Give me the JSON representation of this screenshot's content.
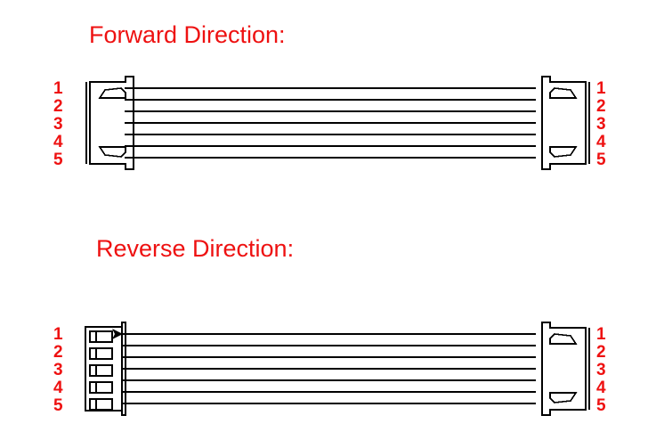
{
  "document": {
    "title": "Ribbon cable connector orientation diagram",
    "background_color": "#ffffff",
    "line_color": "#000000",
    "label_color": "#ee1111"
  },
  "sections": [
    {
      "id": "forward",
      "heading": "Forward Direction:",
      "left_connector": {
        "type": "latched-side-view",
        "pin_numbers": [
          "1",
          "2",
          "3",
          "4",
          "5"
        ],
        "features": [
          "upper-latch-wedge",
          "lower-latch-wedge",
          "body-outline",
          "end-rails"
        ]
      },
      "right_connector": {
        "type": "latched-side-view",
        "pin_numbers": [
          "1",
          "2",
          "3",
          "4",
          "5"
        ],
        "features": [
          "upper-latch-wedge",
          "lower-latch-wedge",
          "body-outline",
          "end-rails"
        ]
      },
      "cable": {
        "conductor_count": 5,
        "drawn_line_count": 7
      }
    },
    {
      "id": "reverse",
      "heading": "Reverse Direction:",
      "left_connector": {
        "type": "contact-face-view",
        "pin_numbers": [
          "1",
          "2",
          "3",
          "4",
          "5"
        ],
        "features": [
          "five-contact-slots",
          "pin-one-arrow-marker",
          "body-outline",
          "end-rail"
        ]
      },
      "right_connector": {
        "type": "latched-side-view",
        "pin_numbers": [
          "1",
          "2",
          "3",
          "4",
          "5"
        ],
        "features": [
          "upper-latch-wedge",
          "lower-latch-wedge",
          "body-outline",
          "end-rails"
        ]
      },
      "cable": {
        "conductor_count": 5,
        "drawn_line_count": 7
      }
    }
  ]
}
